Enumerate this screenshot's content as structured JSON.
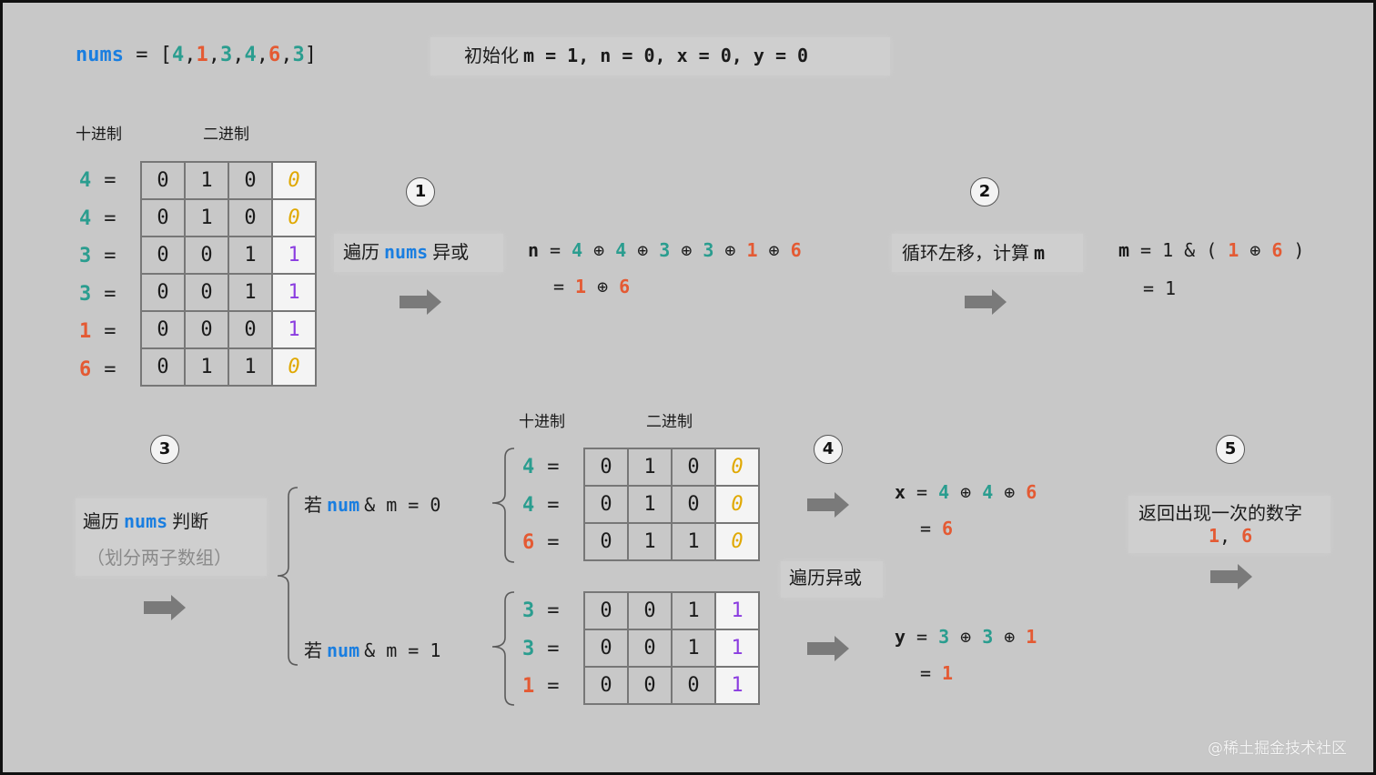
{
  "header": {
    "nums_name": "nums",
    "eq": "=",
    "bracket_open": "[",
    "bracket_close": "]",
    "comma": ",",
    "values": [
      "4",
      "1",
      "3",
      "4",
      "6",
      "3"
    ],
    "init_label": "初始化",
    "init_text": "m = 1, n = 0, x = 0, y = 0"
  },
  "labels": {
    "decimal": "十进制",
    "binary": "二进制"
  },
  "steps": [
    "1",
    "2",
    "3",
    "4",
    "5"
  ],
  "table_main": {
    "rows": [
      {
        "dec": "4",
        "bits": [
          "0",
          "1",
          "0",
          "0"
        ]
      },
      {
        "dec": "4",
        "bits": [
          "0",
          "1",
          "0",
          "0"
        ]
      },
      {
        "dec": "3",
        "bits": [
          "0",
          "0",
          "1",
          "1"
        ]
      },
      {
        "dec": "3",
        "bits": [
          "0",
          "0",
          "1",
          "1"
        ]
      },
      {
        "dec": "1",
        "bits": [
          "0",
          "0",
          "0",
          "1"
        ]
      },
      {
        "dec": "6",
        "bits": [
          "0",
          "1",
          "1",
          "0"
        ]
      }
    ]
  },
  "step1": {
    "pre": "遍历",
    "kw": "nums",
    "post": "异或",
    "line1": [
      "n",
      "=",
      "4",
      "⊕",
      "4",
      "⊕",
      "3",
      "⊕",
      "3",
      "⊕",
      "1",
      "⊕",
      "6"
    ],
    "line2": [
      "=",
      "1",
      "⊕",
      "6"
    ]
  },
  "step2": {
    "label": "循环左移，计算",
    "kw": "m",
    "line1": [
      "m",
      "=",
      "1",
      "&",
      "(",
      "1",
      "⊕",
      "6",
      ")"
    ],
    "line2": [
      "=",
      "1"
    ]
  },
  "step3": {
    "pre": "遍历",
    "kw": "nums",
    "post": "判断",
    "sub": "（划分两子数组）",
    "cond0": {
      "ruo": "若",
      "num": "num",
      "rest": "& m = 0"
    },
    "cond1": {
      "ruo": "若",
      "num": "num",
      "rest": "& m = 1"
    }
  },
  "table_zero": {
    "rows": [
      {
        "dec": "4",
        "bits": [
          "0",
          "1",
          "0",
          "0"
        ]
      },
      {
        "dec": "4",
        "bits": [
          "0",
          "1",
          "0",
          "0"
        ]
      },
      {
        "dec": "6",
        "bits": [
          "0",
          "1",
          "1",
          "0"
        ]
      }
    ]
  },
  "table_one": {
    "rows": [
      {
        "dec": "3",
        "bits": [
          "0",
          "0",
          "1",
          "1"
        ]
      },
      {
        "dec": "3",
        "bits": [
          "0",
          "0",
          "1",
          "1"
        ]
      },
      {
        "dec": "1",
        "bits": [
          "0",
          "0",
          "0",
          "1"
        ]
      }
    ]
  },
  "step4": {
    "label": "遍历异或",
    "x_line1": [
      "x",
      "=",
      "4",
      "⊕",
      "4",
      "⊕",
      "6"
    ],
    "x_line2": [
      "=",
      "6"
    ],
    "y_line1": [
      "y",
      "=",
      "3",
      "⊕",
      "3",
      "⊕",
      "1"
    ],
    "y_line2": [
      "=",
      "1"
    ]
  },
  "step5": {
    "label": "返回出现一次的数字",
    "r1": "1",
    "sep": ",",
    "r2": "6"
  },
  "watermark": "@稀土掘金技术社区",
  "colors": {
    "background": "#c8c8c8",
    "blue": "#1a7ee0",
    "teal": "#2a9d8f",
    "orange": "#e45a33",
    "yellow": "#e0a800",
    "purple": "#8a3ce0",
    "arrow": "#7a7a7a"
  }
}
